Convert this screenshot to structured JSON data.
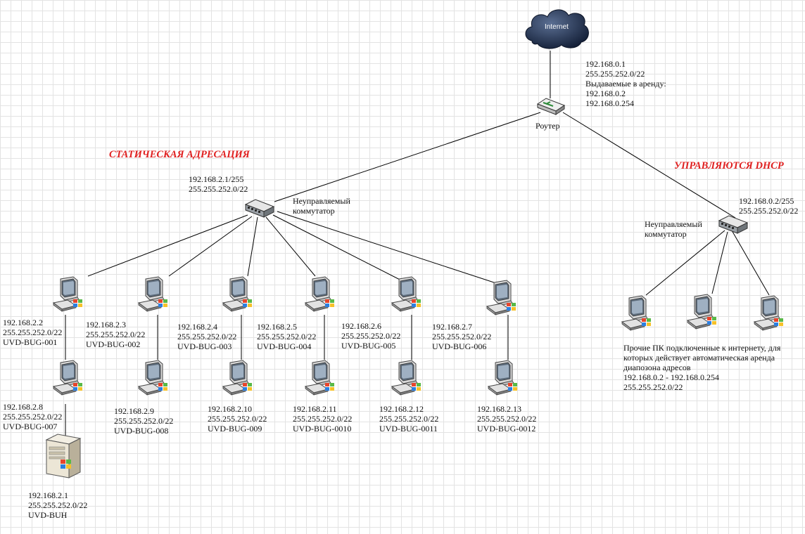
{
  "colors": {
    "accent_red": "#e02020",
    "line": "#000000",
    "grid": "#e3e3e3"
  },
  "internet": {
    "label": "Internet"
  },
  "router": {
    "name": "Роутер",
    "info": [
      "192.168.0.1",
      "255.255.252.0/22",
      "Выдаваемые в аренду:",
      "192.168.0.2",
      "192.168.0.254"
    ]
  },
  "static_section": {
    "title": "СТАТИЧЕСКАЯ АДРЕСАЦИЯ"
  },
  "dhcp_section": {
    "title": "УПРАВЛЯЮТСЯ DHCP"
  },
  "switch_left": {
    "label": [
      "Неуправляемый",
      "коммутатор"
    ],
    "info": [
      "192.168.2.1/255",
      "255.255.252.0/22"
    ]
  },
  "switch_right": {
    "label": [
      "Неуправляемый",
      "коммутатор"
    ],
    "info": [
      "192.168.0.2/255",
      "255.255.252.0/22"
    ]
  },
  "top_pcs": [
    {
      "lines": [
        "192.168.2.2",
        "255.255.252.0/22",
        "UVD-BUG-001"
      ]
    },
    {
      "lines": [
        "192.168.2.3",
        "255.255.252.0/22",
        "UVD-BUG-002"
      ]
    },
    {
      "lines": [
        "192.168.2.4",
        "255.255.252.0/22",
        "UVD-BUG-003"
      ]
    },
    {
      "lines": [
        "192.168.2.5",
        "255.255.252.0/22",
        "UVD-BUG-004"
      ]
    },
    {
      "lines": [
        "192.168.2.6",
        "255.255.252.0/22",
        "UVD-BUG-005"
      ]
    },
    {
      "lines": [
        "192.168.2.7",
        "255.255.252.0/22",
        "UVD-BUG-006"
      ]
    }
  ],
  "bottom_pcs": [
    {
      "lines": [
        "192.168.2.8",
        "255.255.252.0/22",
        "UVD-BUG-007"
      ]
    },
    {
      "lines": [
        "192.168.2.9",
        "255.255.252.0/22",
        "UVD-BUG-008"
      ]
    },
    {
      "lines": [
        "192.168.2.10",
        "255.255.252.0/22",
        "UVD-BUG-009"
      ]
    },
    {
      "lines": [
        "192.168.2.11",
        "255.255.252.0/22",
        "UVD-BUG-0010"
      ]
    },
    {
      "lines": [
        "192.168.2.12",
        "255.255.252.0/22",
        "UVD-BUG-0011"
      ]
    },
    {
      "lines": [
        "192.168.2.13",
        "255.255.252.0/22",
        "UVD-BUG-0012"
      ]
    }
  ],
  "server": {
    "lines": [
      "192.168.2.1",
      "255.255.252.0/22",
      "UVD-BUH"
    ]
  },
  "dhcp_note": {
    "lines": [
      "Прочие ПК подключенные к интернету, для",
      "которых действует автоматическая аренда",
      "диапозона адресов",
      "192.168.0.2 - 192.168.0.254",
      "255.255.252.0/22"
    ]
  }
}
